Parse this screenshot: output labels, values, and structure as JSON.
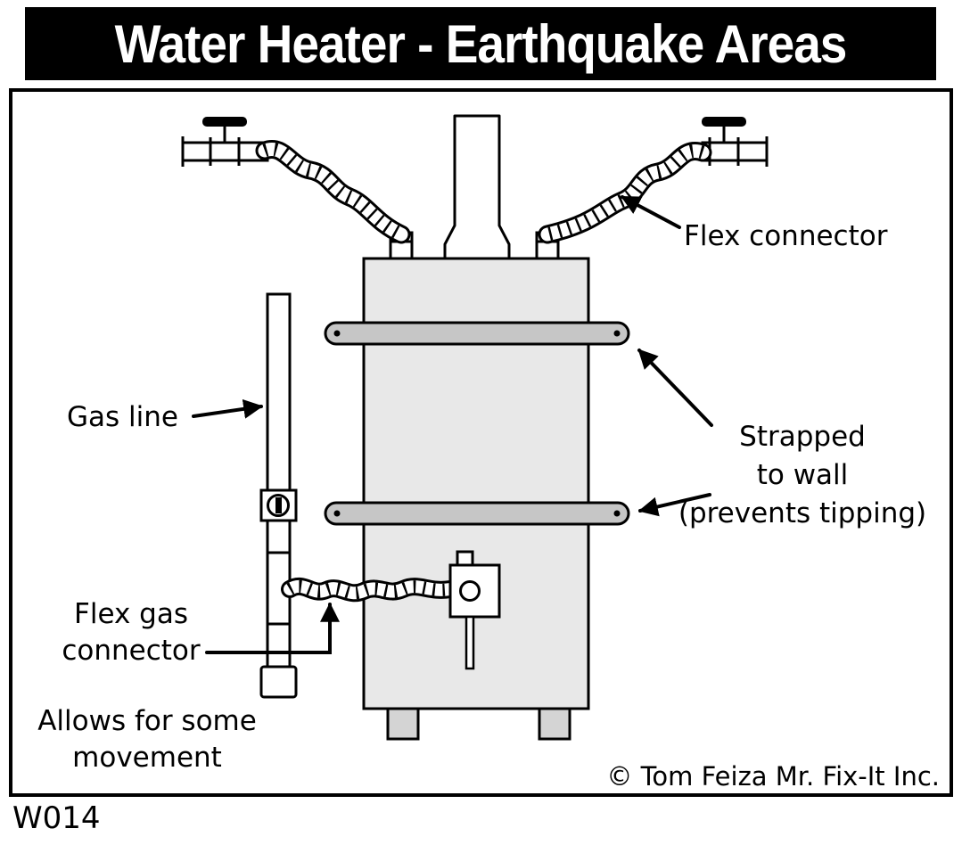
{
  "title": "Water Heater - Earthquake Areas",
  "figure_code": "W014",
  "copyright_notice": "© Tom Feiza Mr. Fix-It Inc.",
  "colors": {
    "ink": "#000000",
    "banner_bg": "#000000",
    "banner_text": "#ffffff",
    "tank_fill": "#e8e8e8",
    "strap_fill": "#c6c6c6",
    "leg_fill": "#d4d4d4",
    "pipe_fill": "#ffffff"
  },
  "labels": {
    "flex_connector": "Flex connector",
    "gas_line": "Gas line",
    "strapped_to_wall_line1": "Strapped",
    "strapped_to_wall_line2": "to wall",
    "strapped_to_wall_line3": "(prevents tipping)",
    "flex_gas_connector_line1": "Flex gas",
    "flex_gas_connector_line2": "connector",
    "allows_movement_line1": "Allows for some",
    "allows_movement_line2": "movement"
  }
}
